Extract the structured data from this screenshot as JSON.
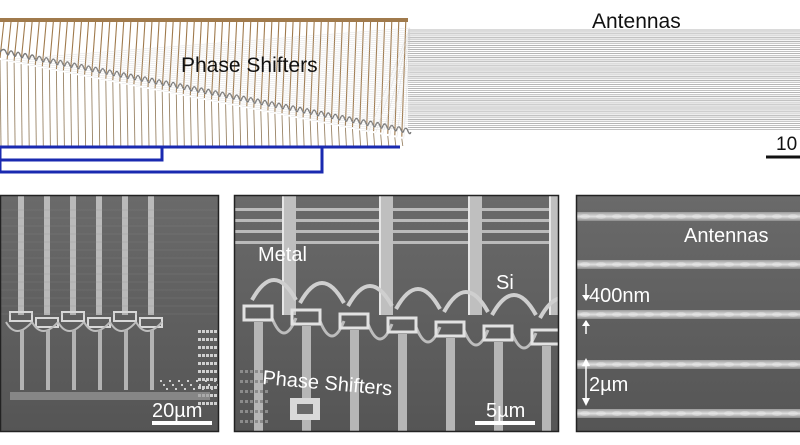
{
  "top_panel": {
    "antennas_label": "Antennas",
    "phase_shifters_label": "Phase Shifters",
    "scale_label": "10"
  },
  "panel_left": {
    "scale_label": "20µm"
  },
  "panel_middle": {
    "metal_label": "Metal",
    "si_label": "Si",
    "phase_shifters_label": "Phase Shifters",
    "scale_label": "5µm"
  },
  "panel_right": {
    "antennas_label": "Antennas",
    "width_label": "400nm",
    "pitch_label": "2µm"
  },
  "colors": {
    "metal_bar": "#a07a4c",
    "waveguide": "#8c8c8c",
    "feed_lines": "#1a2ab0",
    "sem_background": "#5f5f5f",
    "sem_highlight": "#c9c9c9"
  }
}
